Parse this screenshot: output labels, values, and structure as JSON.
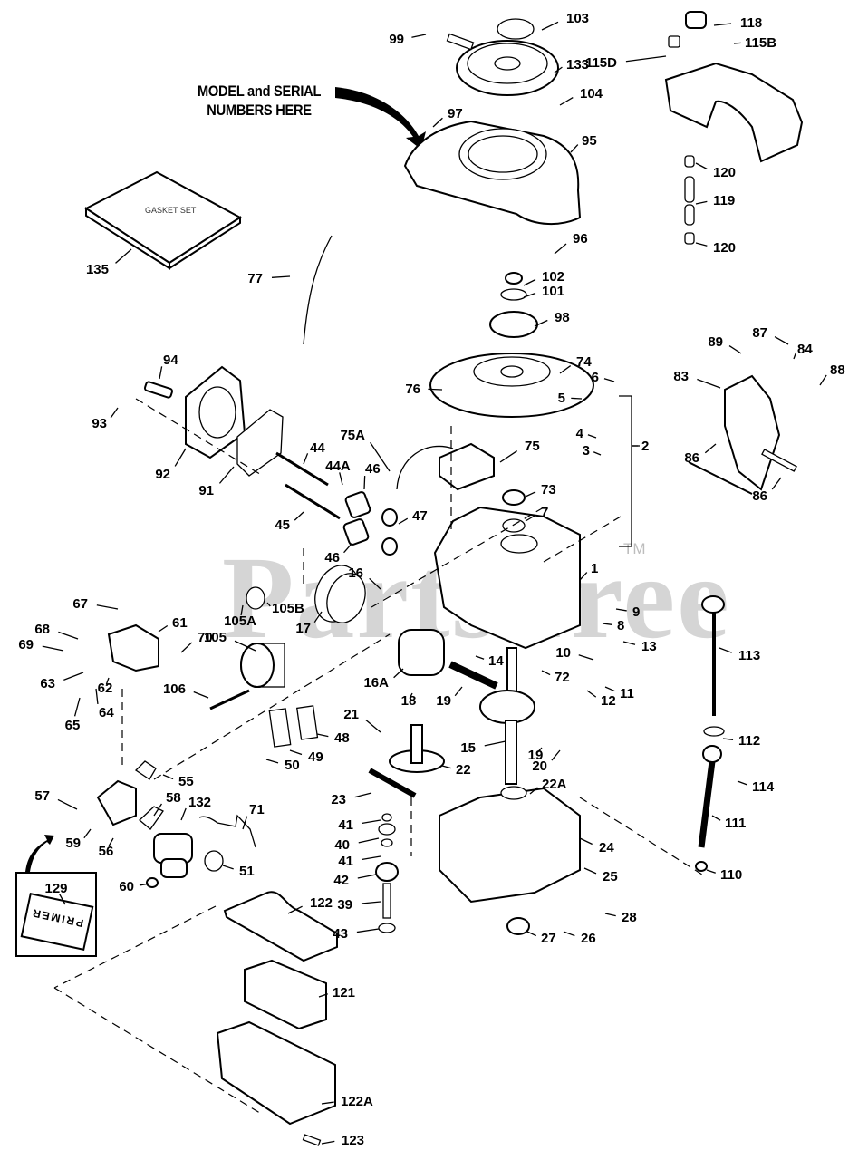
{
  "diagram": {
    "title_note_line1": "MODEL and SERIAL",
    "title_note_line2": "NUMBERS HERE",
    "watermark": "PartsTree",
    "watermark_tm": "TM",
    "gasket_set_text": "GASKET SET",
    "primer_text": "PRIMER",
    "parts": [
      {
        "id": "99",
        "label": "99"
      },
      {
        "id": "103",
        "label": "103"
      },
      {
        "id": "133",
        "label": "133"
      },
      {
        "id": "104",
        "label": "104"
      },
      {
        "id": "97",
        "label": "97"
      },
      {
        "id": "95",
        "label": "95"
      },
      {
        "id": "96",
        "label": "96"
      },
      {
        "id": "118",
        "label": "118"
      },
      {
        "id": "115B",
        "label": "115B"
      },
      {
        "id": "115D",
        "label": "115D"
      },
      {
        "id": "120a",
        "label": "120"
      },
      {
        "id": "119",
        "label": "119"
      },
      {
        "id": "120b",
        "label": "120"
      },
      {
        "id": "135",
        "label": "135"
      },
      {
        "id": "77",
        "label": "77"
      },
      {
        "id": "102",
        "label": "102"
      },
      {
        "id": "101",
        "label": "101"
      },
      {
        "id": "98",
        "label": "98"
      },
      {
        "id": "74",
        "label": "74"
      },
      {
        "id": "76",
        "label": "76"
      },
      {
        "id": "6",
        "label": "6"
      },
      {
        "id": "5",
        "label": "5"
      },
      {
        "id": "4",
        "label": "4"
      },
      {
        "id": "3",
        "label": "3"
      },
      {
        "id": "2",
        "label": "2"
      },
      {
        "id": "89",
        "label": "89"
      },
      {
        "id": "87",
        "label": "87"
      },
      {
        "id": "84",
        "label": "84"
      },
      {
        "id": "83",
        "label": "83"
      },
      {
        "id": "88",
        "label": "88"
      },
      {
        "id": "86a",
        "label": "86"
      },
      {
        "id": "86b",
        "label": "86"
      },
      {
        "id": "94",
        "label": "94"
      },
      {
        "id": "93",
        "label": "93"
      },
      {
        "id": "92",
        "label": "92"
      },
      {
        "id": "91",
        "label": "91"
      },
      {
        "id": "44",
        "label": "44"
      },
      {
        "id": "44A",
        "label": "44A"
      },
      {
        "id": "46a",
        "label": "46"
      },
      {
        "id": "45",
        "label": "45"
      },
      {
        "id": "46b",
        "label": "46"
      },
      {
        "id": "47",
        "label": "47"
      },
      {
        "id": "75A",
        "label": "75A"
      },
      {
        "id": "75",
        "label": "75"
      },
      {
        "id": "73",
        "label": "73"
      },
      {
        "id": "7",
        "label": "7"
      },
      {
        "id": "1",
        "label": "1"
      },
      {
        "id": "16",
        "label": "16"
      },
      {
        "id": "17",
        "label": "17"
      },
      {
        "id": "105A",
        "label": "105A"
      },
      {
        "id": "105B",
        "label": "105B"
      },
      {
        "id": "9",
        "label": "9"
      },
      {
        "id": "8",
        "label": "8"
      },
      {
        "id": "13",
        "label": "13"
      },
      {
        "id": "10",
        "label": "10"
      },
      {
        "id": "11",
        "label": "11"
      },
      {
        "id": "12",
        "label": "12"
      },
      {
        "id": "14",
        "label": "14"
      },
      {
        "id": "72",
        "label": "72"
      },
      {
        "id": "67",
        "label": "67"
      },
      {
        "id": "61",
        "label": "61"
      },
      {
        "id": "68",
        "label": "68"
      },
      {
        "id": "69",
        "label": "69"
      },
      {
        "id": "70",
        "label": "70"
      },
      {
        "id": "63",
        "label": "63"
      },
      {
        "id": "62",
        "label": "62"
      },
      {
        "id": "64",
        "label": "64"
      },
      {
        "id": "65",
        "label": "65"
      },
      {
        "id": "105",
        "label": "105"
      },
      {
        "id": "106",
        "label": "106"
      },
      {
        "id": "16A",
        "label": "16A"
      },
      {
        "id": "18",
        "label": "18"
      },
      {
        "id": "19a",
        "label": "19"
      },
      {
        "id": "113",
        "label": "113"
      },
      {
        "id": "112",
        "label": "112"
      },
      {
        "id": "114",
        "label": "114"
      },
      {
        "id": "111",
        "label": "111"
      },
      {
        "id": "110",
        "label": "110"
      },
      {
        "id": "21",
        "label": "21"
      },
      {
        "id": "48",
        "label": "48"
      },
      {
        "id": "49",
        "label": "49"
      },
      {
        "id": "50",
        "label": "50"
      },
      {
        "id": "15",
        "label": "15"
      },
      {
        "id": "19b",
        "label": "19"
      },
      {
        "id": "20",
        "label": "20"
      },
      {
        "id": "22",
        "label": "22"
      },
      {
        "id": "22A",
        "label": "22A"
      },
      {
        "id": "23",
        "label": "23"
      },
      {
        "id": "55",
        "label": "55"
      },
      {
        "id": "57",
        "label": "57"
      },
      {
        "id": "58",
        "label": "58"
      },
      {
        "id": "132",
        "label": "132"
      },
      {
        "id": "71",
        "label": "71"
      },
      {
        "id": "59",
        "label": "59"
      },
      {
        "id": "56",
        "label": "56"
      },
      {
        "id": "51",
        "label": "51"
      },
      {
        "id": "60",
        "label": "60"
      },
      {
        "id": "129",
        "label": "129"
      },
      {
        "id": "41a",
        "label": "41"
      },
      {
        "id": "40",
        "label": "40"
      },
      {
        "id": "41b",
        "label": "41"
      },
      {
        "id": "42",
        "label": "42"
      },
      {
        "id": "39",
        "label": "39"
      },
      {
        "id": "43",
        "label": "43"
      },
      {
        "id": "24",
        "label": "24"
      },
      {
        "id": "25",
        "label": "25"
      },
      {
        "id": "28",
        "label": "28"
      },
      {
        "id": "27",
        "label": "27"
      },
      {
        "id": "26",
        "label": "26"
      },
      {
        "id": "122",
        "label": "122"
      },
      {
        "id": "121",
        "label": "121"
      },
      {
        "id": "122A",
        "label": "122A"
      },
      {
        "id": "123",
        "label": "123"
      }
    ]
  }
}
